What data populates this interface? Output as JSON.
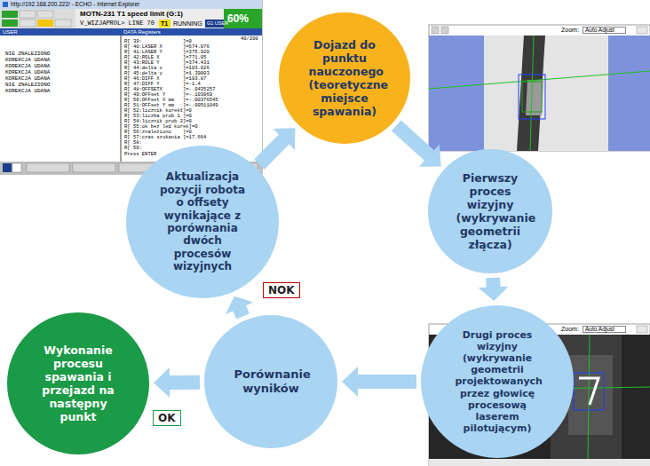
{
  "diagram": {
    "nodes": [
      {
        "text": [
          "Dojazd do punktu nauczonego (teoretyczne miejsce spawania)"
        ]
      },
      {
        "text": [
          "Pierwszy proces wizyjny (wykrywanie geometrii złącza)"
        ]
      },
      {
        "text": [
          "Drugi proces wizyjny (wykrywanie geometrii projektowanych przez głowicę procesową laserem pilotującym)"
        ]
      },
      {
        "text": [
          "Porównanie wyników"
        ]
      },
      {
        "text": [
          "Wykonanie procesu spawania i przejazd na następny punkt"
        ]
      },
      {
        "text": [
          "Aktualizacja pozycji robota o offsety wynikające z porównania dwóch procesów wizyjnych"
        ]
      }
    ],
    "edges": [
      {
        "from": 0,
        "to": 1,
        "arrow": "to"
      },
      {
        "from": 1,
        "to": 2,
        "arrow": "to"
      },
      {
        "from": 2,
        "to": 3,
        "arrow": "to"
      },
      {
        "from": 3,
        "to": 5,
        "label": "NOK",
        "arrow": "to"
      },
      {
        "from": 5,
        "to": 0,
        "arrow": "to"
      },
      {
        "from": 3,
        "to": 4,
        "label": "OK",
        "arrow": "to"
      }
    ],
    "labels": [
      "http://192.168.200.222/ - ECHO - Internet Explorer",
      "MOTN-231 T1 speed limit (G:1)",
      "V_WIZJAPROL> LINE 70",
      "T1",
      "RUNNING",
      "G1 USER",
      "60%",
      "USER",
      "DATA Registers",
      "40/200",
      "NIE ZNALEZIONO",
      "KOREKCJA UDANA",
      "KOREKCJA UDANA",
      "KOREKCJA UDANA",
      "KOREKCJA UDANA",
      "NIE ZNALEZIONO",
      "KOREKCJA UDANA",
      "R[ 39:              ]=0",
      "R[ 40:LASER X       ]=674.076",
      "R[ 41:LASER Y       ]=375.920",
      "R[ 42:ROLE X        ]=771.05",
      "R[ 43:ROLE Y        ]=374.431",
      "R[ 44:delta x       ]=103.026",
      "R[ 45:delta y       ]=1.39003",
      "R[ 46:DIFF X        ]=103.87",
      "R[ 47:DIFF Y        ]=-1.4",
      "R[ 48:OFFSETX       ]=-.0435257",
      "R[ 49:OFFset Y      ]=-.103069",
      "R[ 50:OFFset X mm   ]=-.00376545",
      "R[ 51:OFFset Y mm   ]=-.00511049",
      "R[ 52:licznik korekt]=0",
      "R[ 53:liczba prob 1 ]=0",
      "R[ 54:licznik prob 2]=0",
      "R[ 55:ok bez led korek]=0",
      "R[ 56:znaleziono    ]=0",
      "R[ 57:czas szukania ]=17.664",
      "R[ 58:",
      "R[ 59:",
      "Press ENTER",
      "Zoom:",
      "Auto Adjust",
      "Zoom:",
      "Auto Adjust"
    ]
  }
}
